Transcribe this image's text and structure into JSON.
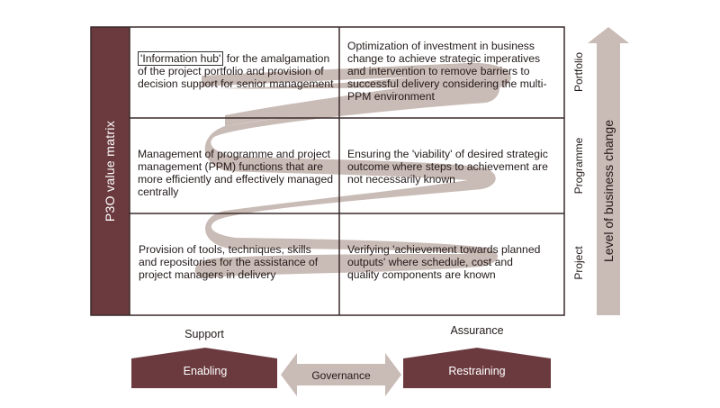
{
  "matrix": {
    "side_label": "P3O value matrix",
    "rows": [
      {
        "level": "Portfolio",
        "support_boxed": "'Information hub'",
        "support_rest": " for the amalgamation of the project portfolio and provision of decision support for senior management",
        "assurance": "Optimization of investment in business change to achieve strategic imperatives and intervention to remove barriers to successful delivery considering the multi-PPM environment"
      },
      {
        "level": "Programme",
        "support": "Management of programme and project management (PPM) functions that are more efficiently and effectively managed centrally",
        "assurance": "Ensuring the 'viability' of desired strategic outcome where steps to achievement are not necessarily known"
      },
      {
        "level": "Project",
        "support": "Provision of tools, techniques, skills and repositories for the assistance of project managers in delivery",
        "assurance": "Verifying 'achievement towards planned outputs' where schedule, cost and quality components are known"
      }
    ]
  },
  "level_arrow_label": "Level of business change",
  "bottom": {
    "support_label": "Support",
    "assurance_label": "Assurance",
    "enabling_label": "Enabling",
    "governance_label": "Governance",
    "restraining_label": "Restraining"
  },
  "colors": {
    "dark": "#6b3a3e",
    "light": "#c9bbb5",
    "text": "#231a1a"
  }
}
